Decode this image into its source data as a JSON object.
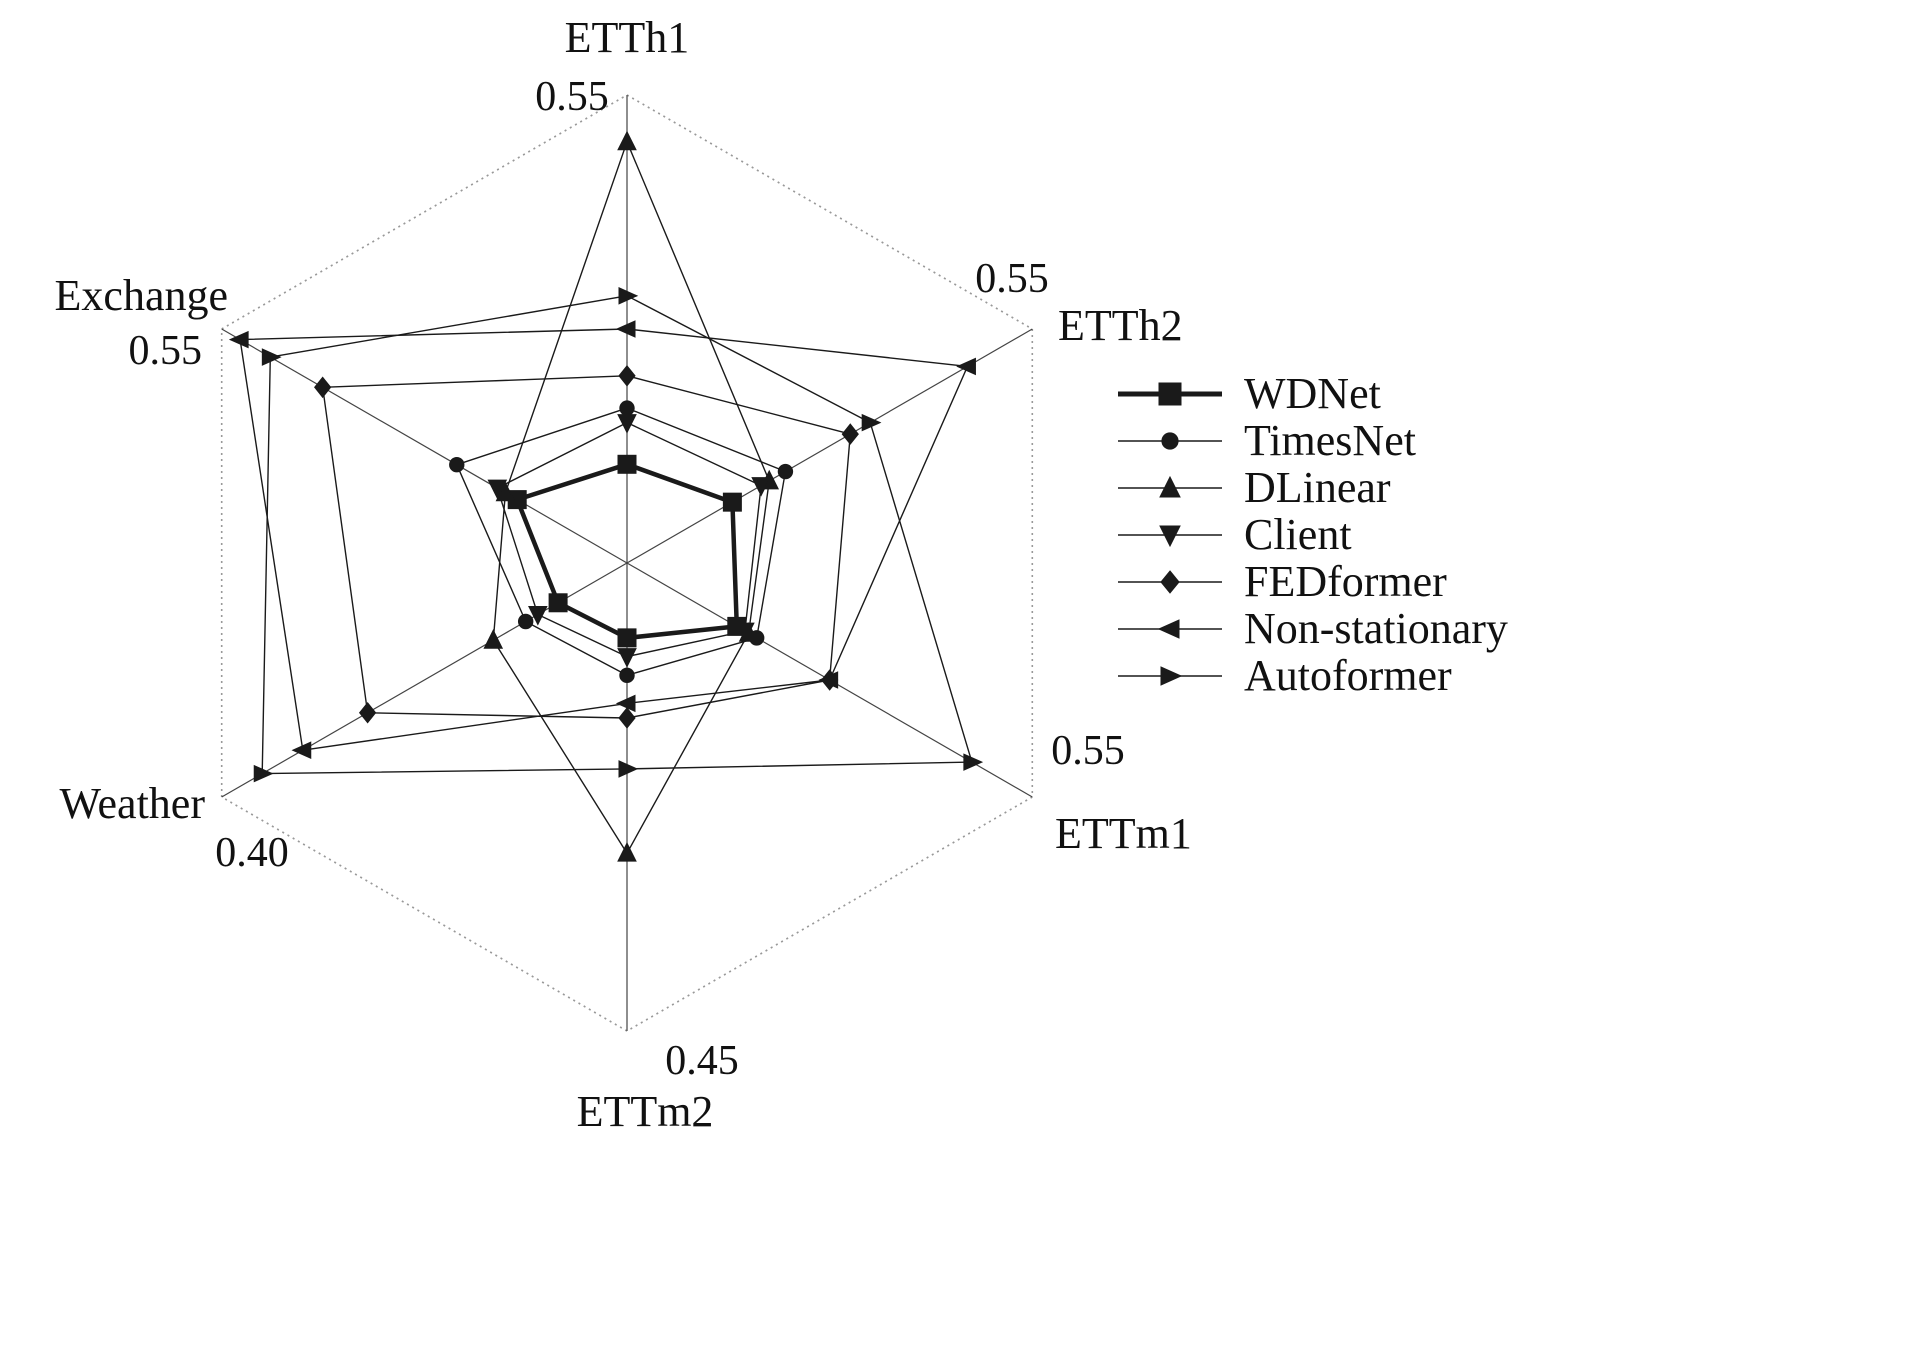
{
  "chart_data": {
    "type": "radar",
    "title": "",
    "background": "#ffffff",
    "line_color": "#1a1a1a",
    "grid": {
      "outline_style": "dotted",
      "outline_color": "#999999",
      "spoke_color": "#444444"
    },
    "legend_position": "right",
    "axes": [
      {
        "label": "ETTh1",
        "tick": "0.55",
        "max": 0.55,
        "min": 0
      },
      {
        "label": "ETTh2",
        "tick": "0.55",
        "max": 0.55,
        "min": 0
      },
      {
        "label": "ETTm1",
        "tick": "0.55",
        "max": 0.55,
        "min": 0
      },
      {
        "label": "ETTm2",
        "tick": "0.45",
        "max": 0.45,
        "min": 0
      },
      {
        "label": "Weather",
        "tick": "0.40",
        "max": 0.4,
        "min": 0
      },
      {
        "label": "Exchange",
        "tick": "0.55",
        "max": 0.55,
        "min": 0
      }
    ],
    "series": [
      {
        "name": "WDNet",
        "marker": "square",
        "emphasis": true,
        "values": [
          0.116,
          0.143,
          0.149,
          0.072,
          0.068,
          0.149
        ]
      },
      {
        "name": "TimesNet",
        "marker": "circle",
        "emphasis": false,
        "values": [
          0.182,
          0.215,
          0.176,
          0.108,
          0.1,
          0.231
        ]
      },
      {
        "name": "DLinear",
        "marker": "triangle-up",
        "emphasis": false,
        "values": [
          0.495,
          0.193,
          0.165,
          0.279,
          0.132,
          0.165
        ]
      },
      {
        "name": "Client",
        "marker": "triangle-down",
        "emphasis": false,
        "values": [
          0.165,
          0.182,
          0.16,
          0.09,
          0.088,
          0.176
        ]
      },
      {
        "name": "FEDformer",
        "marker": "diamond",
        "emphasis": false,
        "values": [
          0.22,
          0.303,
          0.275,
          0.149,
          0.256,
          0.413
        ]
      },
      {
        "name": "Non-stationary",
        "marker": "triangle-left",
        "emphasis": false,
        "values": [
          0.275,
          0.462,
          0.275,
          0.135,
          0.32,
          0.525
        ]
      },
      {
        "name": "Autoformer",
        "marker": "triangle-right",
        "emphasis": false,
        "values": [
          0.314,
          0.33,
          0.468,
          0.198,
          0.36,
          0.484
        ]
      }
    ]
  }
}
